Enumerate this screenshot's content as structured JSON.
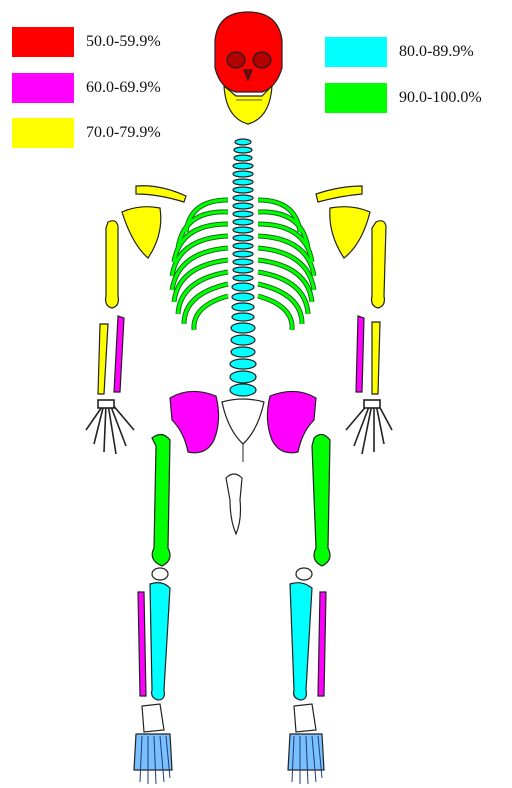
{
  "legend": [
    {
      "label": "50.0-59.9%",
      "color": "#ff0000"
    },
    {
      "label": "60.0-69.9%",
      "color": "#ff00ff"
    },
    {
      "label": "70.0-79.9%",
      "color": "#ffff00"
    },
    {
      "label": "80.0-89.9%",
      "color": "#00ffff"
    },
    {
      "label": "90.0-100.0%",
      "color": "#00ff00"
    }
  ],
  "bone_groups": {
    "skull": "50.0-59.9%",
    "pelvis": "60.0-69.9%",
    "ulna": "60.0-69.9%",
    "fibula": "60.0-69.9%",
    "mandible": "70.0-79.9%",
    "clavicle": "70.0-79.9%",
    "scapula": "70.0-79.9%",
    "humerus": "70.0-79.9%",
    "radius": "70.0-79.9%",
    "spine": "80.0-89.9%",
    "tibia": "80.0-89.9%",
    "metatarsals": "80.0-89.9%",
    "ribs": "90.0-100.0%",
    "femur": "90.0-100.0%"
  }
}
